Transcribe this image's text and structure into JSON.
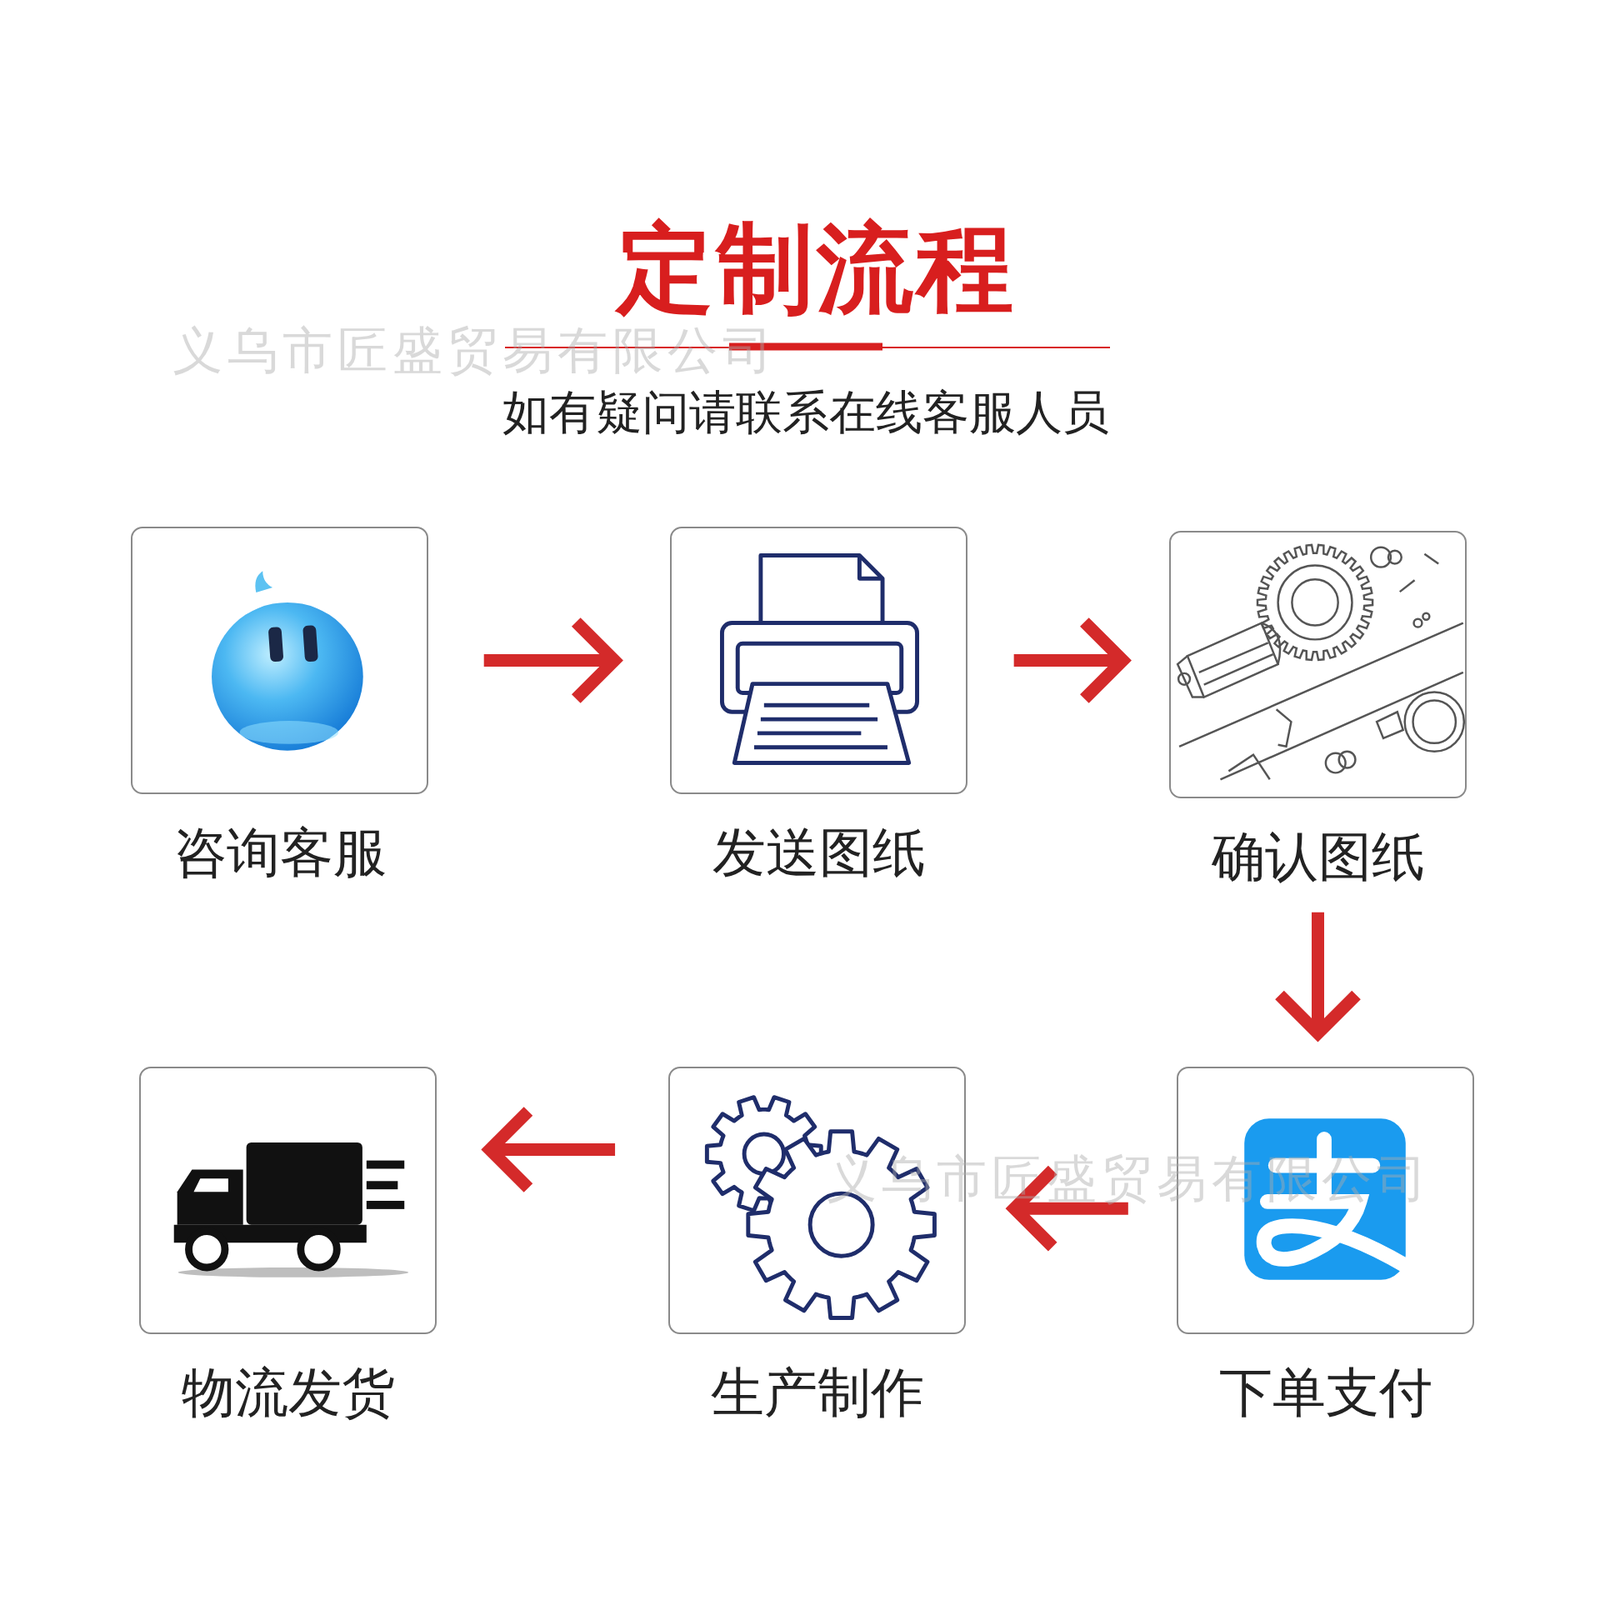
{
  "diagram": {
    "title": "定制流程",
    "nodes": [
      {
        "text": [
          "咨询客服"
        ]
      },
      {
        "text": [
          "发送图纸"
        ]
      },
      {
        "text": [
          "确认图纸"
        ]
      },
      {
        "text": [
          "下单支付"
        ]
      },
      {
        "text": [
          "生产制作"
        ]
      },
      {
        "text": [
          "物流发货"
        ]
      }
    ],
    "edges": [
      {
        "from": 0,
        "to": 1,
        "arrow": "to"
      },
      {
        "from": 1,
        "to": 2,
        "arrow": "to"
      },
      {
        "from": 2,
        "to": 3,
        "arrow": "to"
      },
      {
        "from": 3,
        "to": 4,
        "arrow": "to"
      },
      {
        "from": 4,
        "to": 5,
        "arrow": "to"
      }
    ],
    "labels": [
      "义乌市匠盛贸易有限公司",
      "如有疑问请联系在线客服人员",
      "义乌市匠盛贸易有限公司"
    ]
  }
}
